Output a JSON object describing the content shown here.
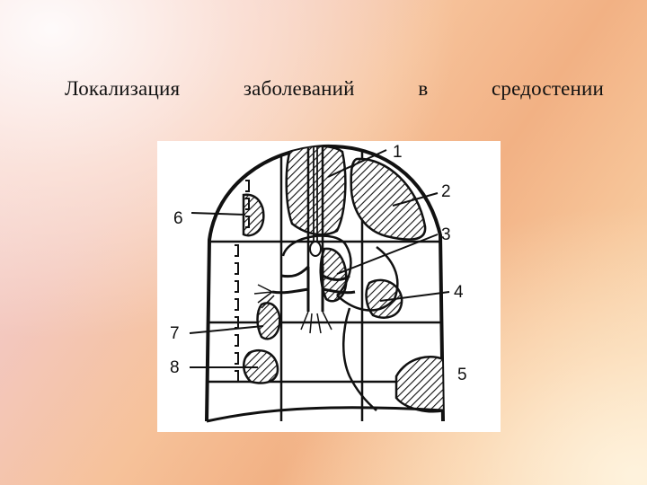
{
  "title": {
    "words": [
      "Локализация",
      "заболеваний",
      "в",
      "средостении"
    ]
  },
  "diagram": {
    "labels": [
      "1",
      "2",
      "3",
      "4",
      "5",
      "6",
      "7",
      "8"
    ],
    "colors": {
      "ink": "#111111",
      "paper": "#ffffff"
    }
  }
}
